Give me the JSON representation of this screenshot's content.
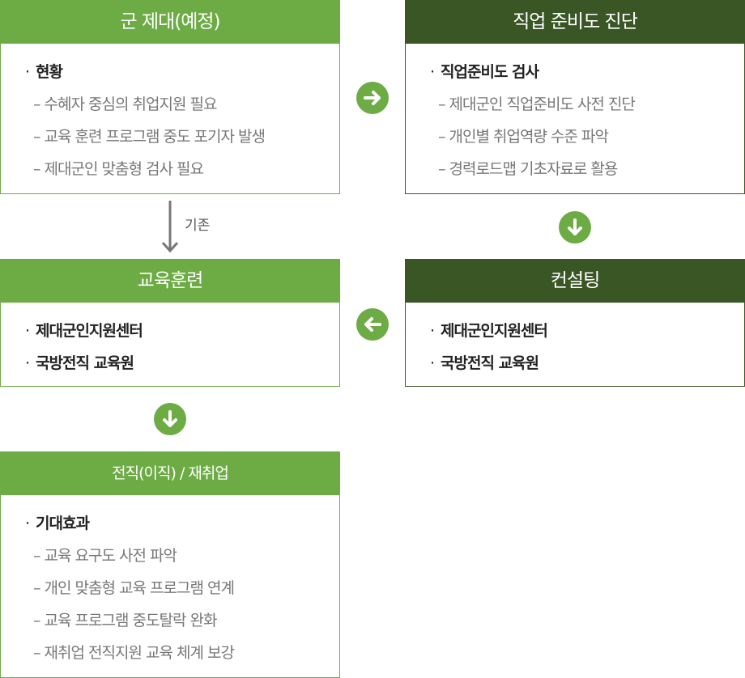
{
  "boxes": {
    "discharge": {
      "title": "군 제대(예정)",
      "heading": "현황",
      "items": [
        "수혜자 중심의 취업지원 필요",
        "교육 훈련 프로그램 중도 포기자 발생",
        "제대군인 맞춤형 검사 필요"
      ]
    },
    "diagnosis": {
      "title": "직업 준비도 진단",
      "heading": "직업준비도 검사",
      "items": [
        "제대군인 직업준비도 사전 진단",
        "개인별 취업역량 수준 파악",
        "경력로드맵 기초자료로 활용"
      ]
    },
    "training": {
      "title": "교육훈련",
      "headings": [
        "제대군인지원센터",
        "국방전직 교육원"
      ]
    },
    "consulting": {
      "title": "컨설팅",
      "headings": [
        "제대군인지원센터",
        "국방전직 교육원"
      ]
    },
    "reemployment": {
      "title": "전직(이직) / 재취업",
      "heading": "기대효과",
      "items": [
        "교육 요구도 사전 파악",
        "개인 맞춤형 교육 프로그램 연계",
        "교육 프로그램 중도탈락 완화",
        "재취업 전직지원 교육 체계 보강"
      ]
    }
  },
  "existing_label": "기존",
  "colors": {
    "light_green": "#6dab45",
    "dark_green": "#3a5625"
  }
}
